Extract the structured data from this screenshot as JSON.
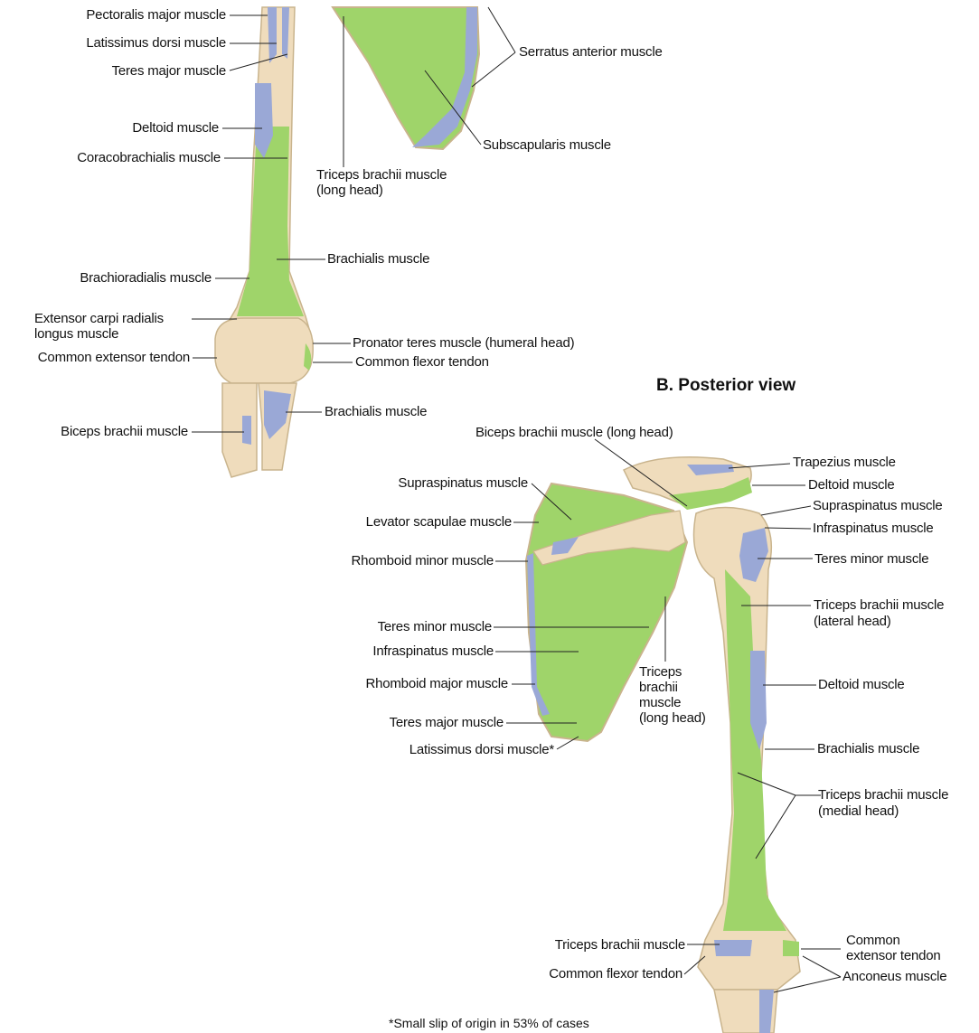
{
  "colors": {
    "bone": "#efdcbc",
    "bone_shade": "#dcc39a",
    "origin": "#9fd46a",
    "insertion": "#9aa8d6",
    "leader": "#222222"
  },
  "anterior": {
    "labels": {
      "pectoralis_major": "Pectoralis major muscle",
      "latissimus_dorsi": "Latissimus dorsi muscle",
      "teres_major": "Teres major muscle",
      "deltoid": "Deltoid muscle",
      "coracobrachialis": "Coracobrachialis muscle",
      "triceps_long_1": "Triceps brachii muscle",
      "triceps_long_2": "(long head)",
      "serratus_anterior": "Serratus anterior muscle",
      "subscapularis": "Subscapularis muscle",
      "brachialis": "Brachialis muscle",
      "brachioradialis": "Brachioradialis muscle",
      "ecrl_1": "Extensor carpi radialis",
      "ecrl_2": "longus muscle",
      "pronator_teres": "Pronator teres muscle (humeral head)",
      "common_extensor": "Common extensor tendon",
      "common_flexor": "Common flexor tendon",
      "brachialis_ulna": "Brachialis muscle",
      "biceps": "Biceps brachii muscle"
    }
  },
  "posterior": {
    "title": "B. Posterior view",
    "labels": {
      "biceps_long": "Biceps brachii muscle (long head)",
      "trapezius": "Trapezius muscle",
      "deltoid_top": "Deltoid muscle",
      "supraspinatus_right": "Supraspinatus muscle",
      "infraspinatus_right": "Infraspinatus muscle",
      "teres_minor_right": "Teres minor muscle",
      "triceps_lateral_1": "Triceps brachii muscle",
      "triceps_lateral_2": "(lateral head)",
      "deltoid_right": "Deltoid muscle",
      "brachialis_right": "Brachialis muscle",
      "triceps_medial_1": "Triceps brachii muscle",
      "triceps_medial_2": "(medial head)",
      "supraspinatus_left": "Supraspinatus muscle",
      "levator_scapulae": "Levator scapulae muscle",
      "rhomboid_minor": "Rhomboid minor muscle",
      "teres_minor_left": "Teres minor muscle",
      "infraspinatus_left": "Infraspinatus muscle",
      "rhomboid_major": "Rhomboid major muscle",
      "teres_major": "Teres major muscle",
      "latissimus": "Latissimus dorsi muscle*",
      "triceps_long_1": "Triceps",
      "triceps_long_2": "brachii",
      "triceps_long_3": "muscle",
      "triceps_long_4": "(long head)",
      "triceps_elbow": "Triceps brachii muscle",
      "common_flexor": "Common flexor tendon",
      "common_extensor_1": "Common",
      "common_extensor_2": "extensor tendon",
      "anconeus": "Anconeus muscle"
    }
  },
  "footnote": "*Small slip of origin in 53% of cases"
}
